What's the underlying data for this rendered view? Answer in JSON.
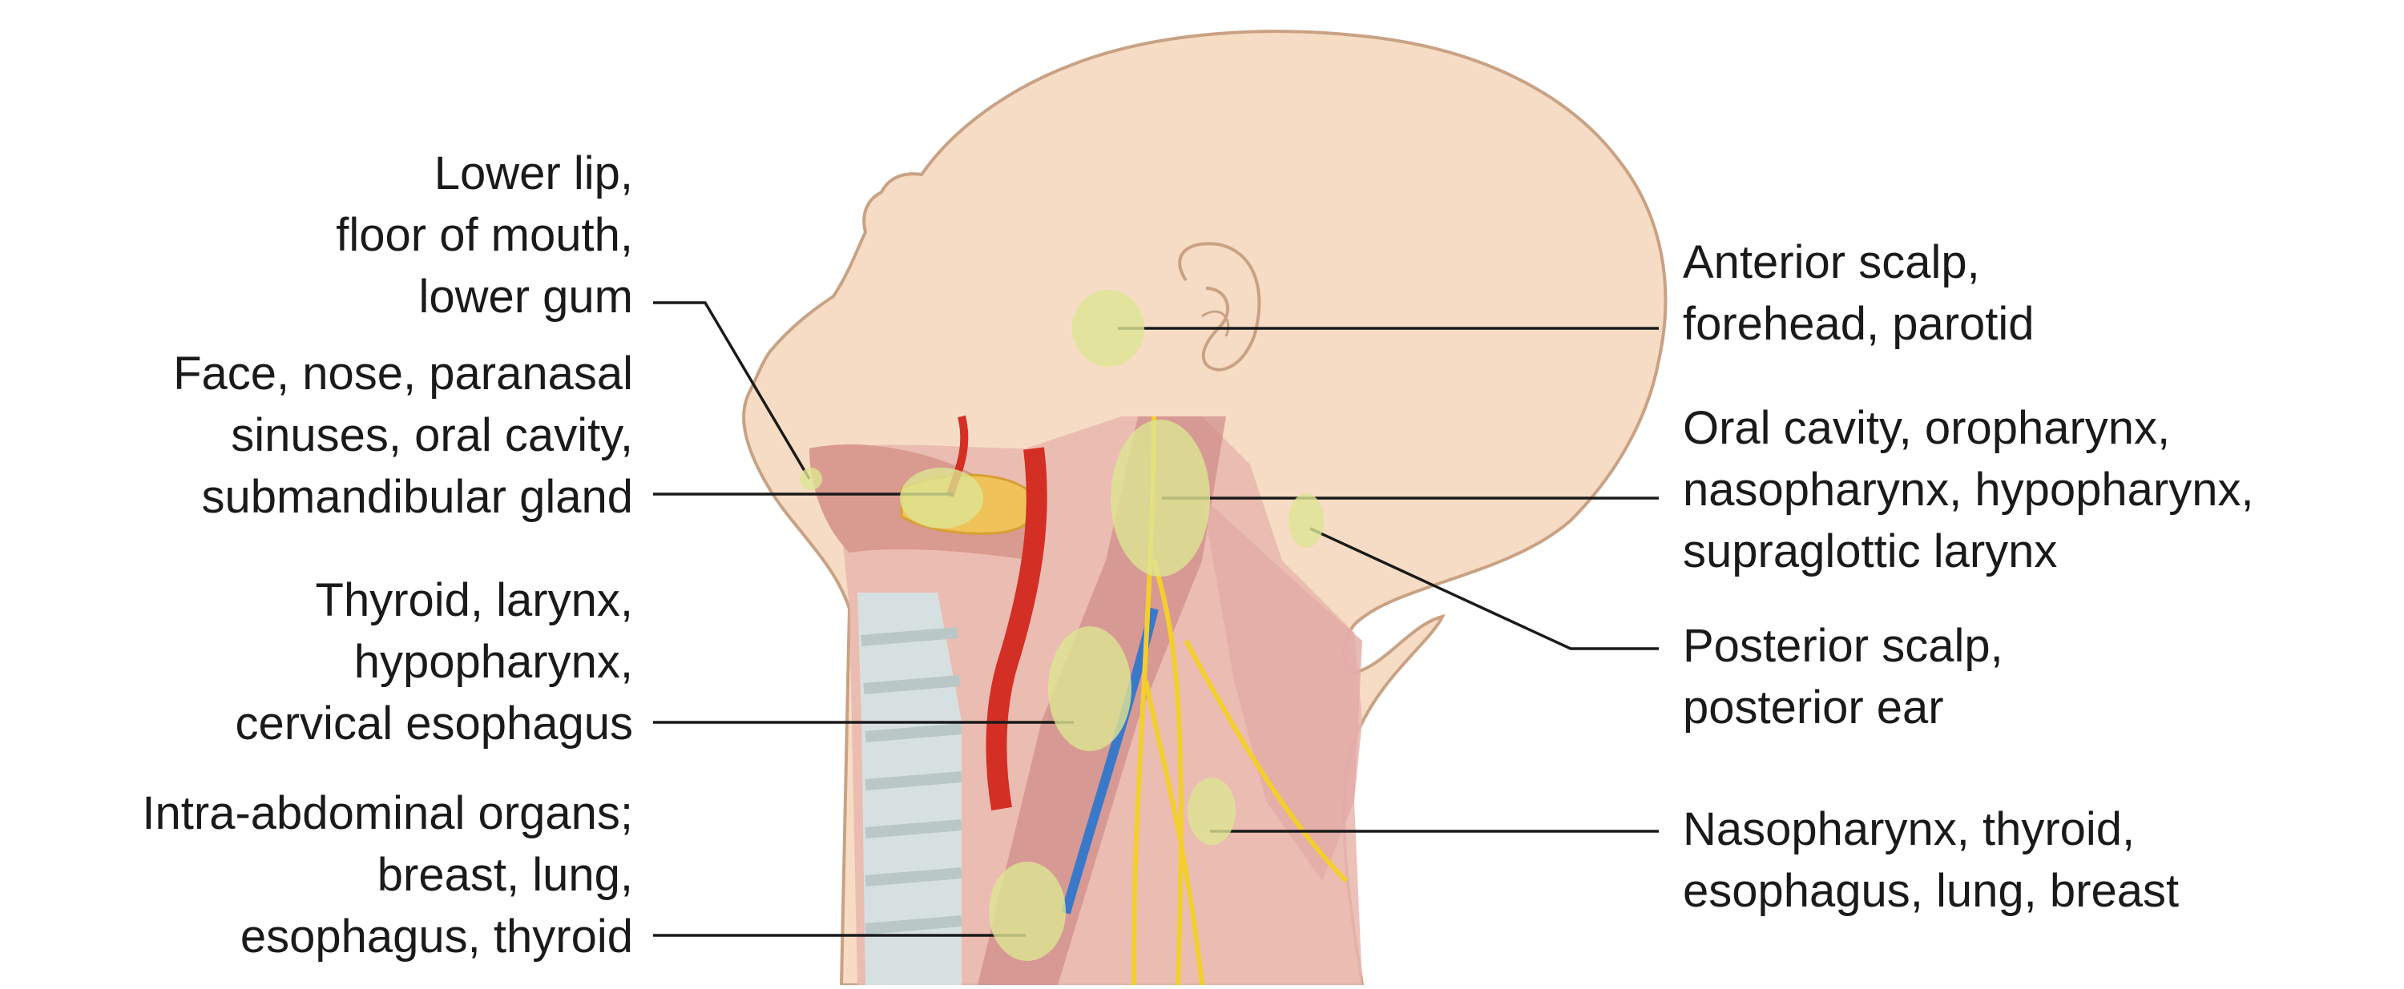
{
  "colors": {
    "skin": "#f6dcc4",
    "skin_outline": "#c9a284",
    "muscle": "#d99a90",
    "muscle_dark": "#b8605a",
    "artery": "#d32f24",
    "vein": "#3a78c9",
    "nerve": "#f2cf2e",
    "gland": "#efc35a",
    "trachea": "#d7e0e0",
    "node": "#dde592",
    "leader": "#1a1a1a"
  },
  "labels_left": [
    {
      "id": "lower-lip",
      "lines": [
        "Lower lip,",
        "floor of mouth,",
        "lower gum"
      ]
    },
    {
      "id": "face",
      "lines": [
        "Face, nose, paranasal",
        "sinuses, oral cavity,",
        "submandibular gland"
      ]
    },
    {
      "id": "thyroid",
      "lines": [
        "Thyroid, larynx,",
        "hypopharynx,",
        "cervical esophagus"
      ]
    },
    {
      "id": "intra-abdominal",
      "lines": [
        "Intra-abdominal organs;",
        "breast, lung,",
        "esophagus, thyroid"
      ]
    }
  ],
  "labels_right": [
    {
      "id": "anterior-scalp",
      "lines": [
        "Anterior scalp,",
        "forehead, parotid"
      ]
    },
    {
      "id": "oral-cavity",
      "lines": [
        "Oral cavity, oropharynx,",
        "nasopharynx, hypopharynx,",
        "supraglottic larynx"
      ]
    },
    {
      "id": "posterior-scalp",
      "lines": [
        "Posterior scalp,",
        "posterior ear"
      ]
    },
    {
      "id": "nasopharynx",
      "lines": [
        "Nasopharynx, thyroid,",
        "esophagus, lung, breast"
      ]
    }
  ]
}
